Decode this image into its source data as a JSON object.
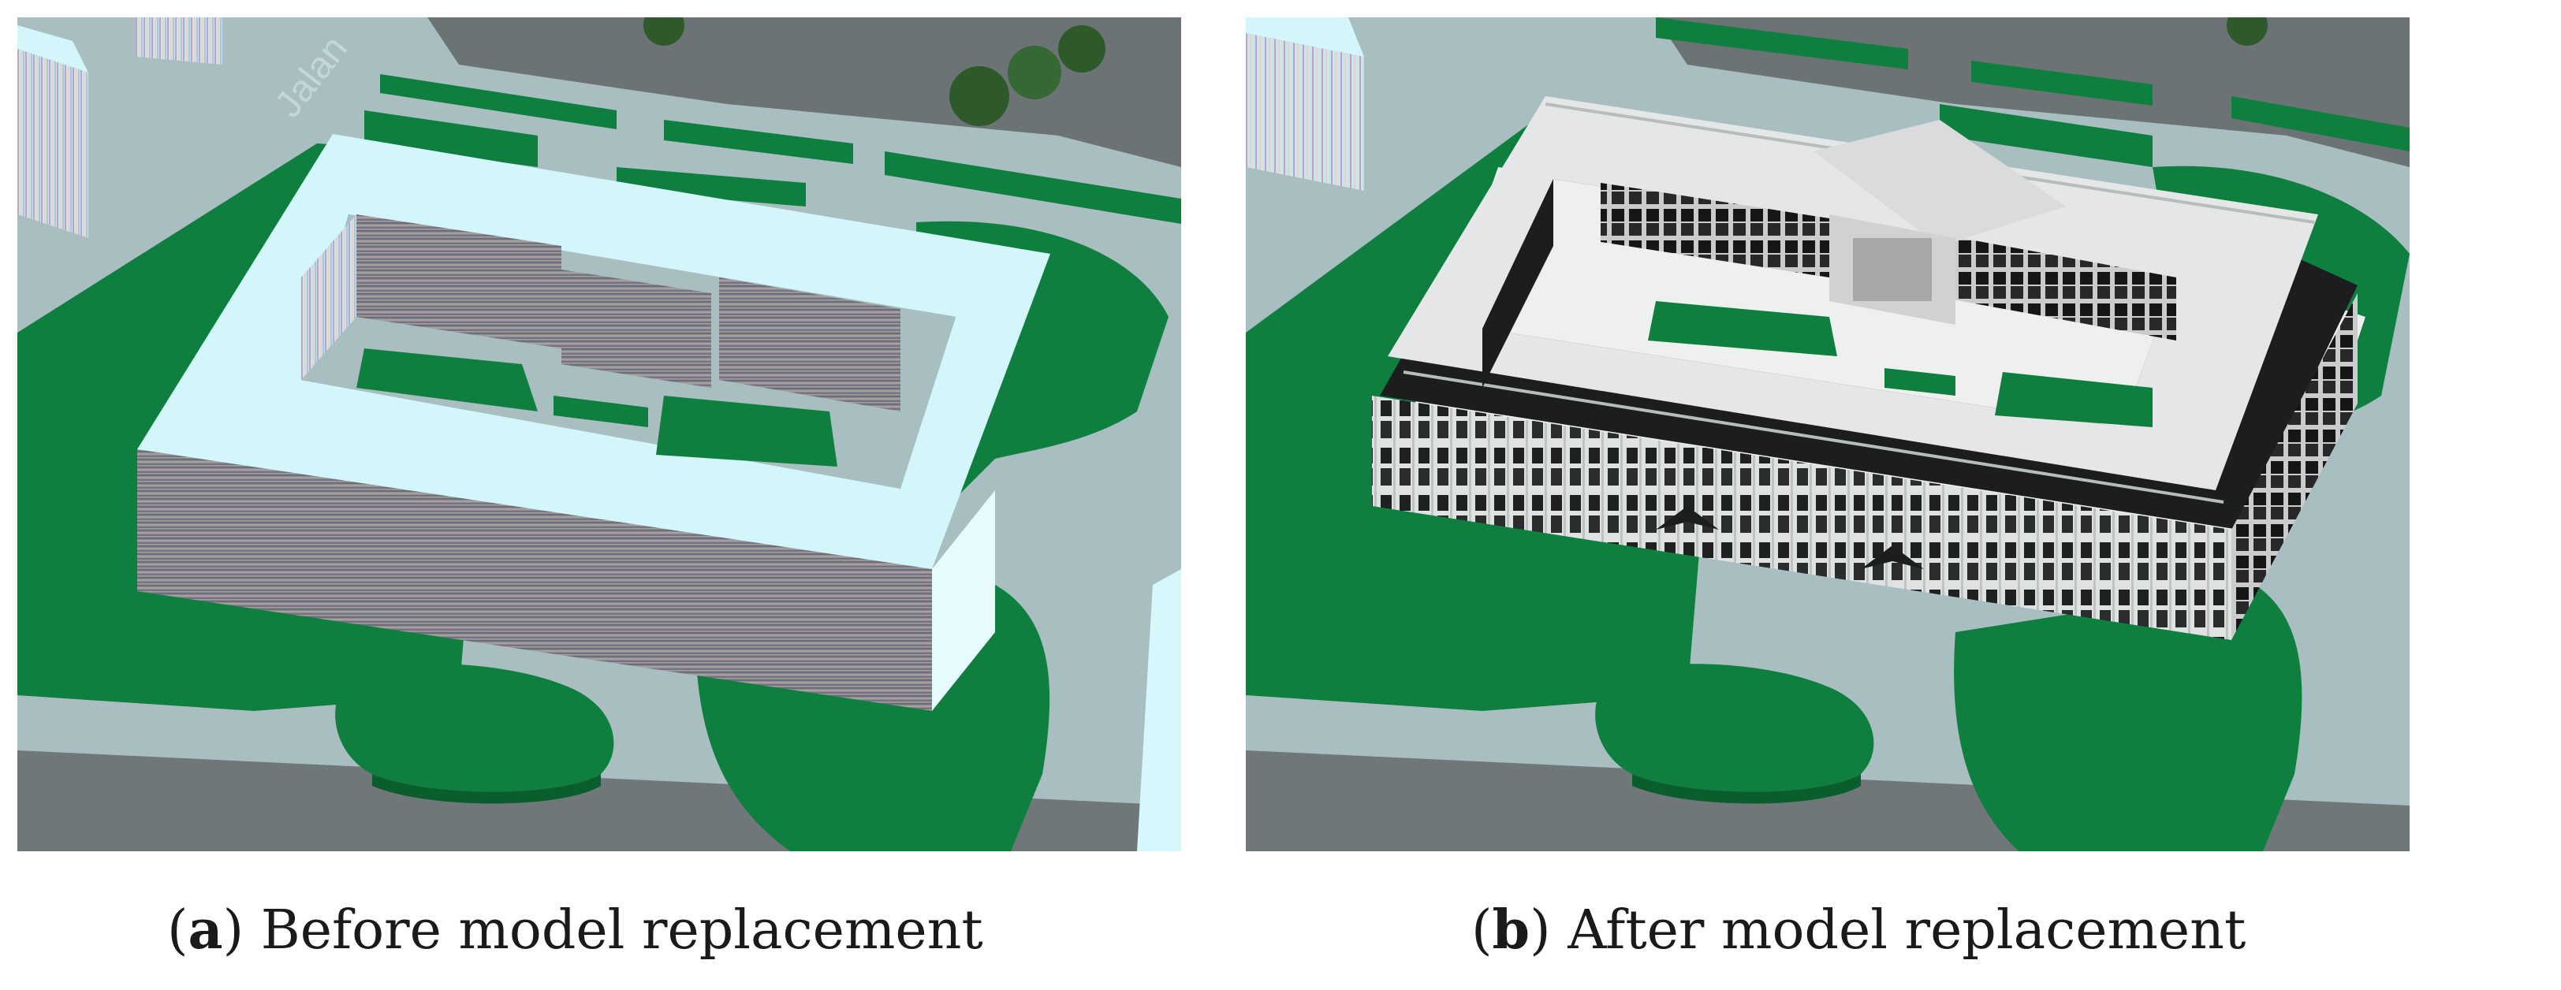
{
  "panels": [
    {
      "id": "a",
      "letter": "a",
      "caption": "Before model replacement",
      "street_label": "Jalan"
    },
    {
      "id": "b",
      "letter": "b",
      "caption": "After model replacement"
    }
  ],
  "colors": {
    "road": "#a9bec1",
    "asphalt": "#6b7375",
    "grass": "#0f7f3f",
    "grass_dark": "#0a5e2d",
    "roof_lod1": "#d2f6fa",
    "facade_stripes": "#8a8790",
    "lod3_roof": "#e4e6e7",
    "lod3_shadow": "#1b1d1e"
  }
}
